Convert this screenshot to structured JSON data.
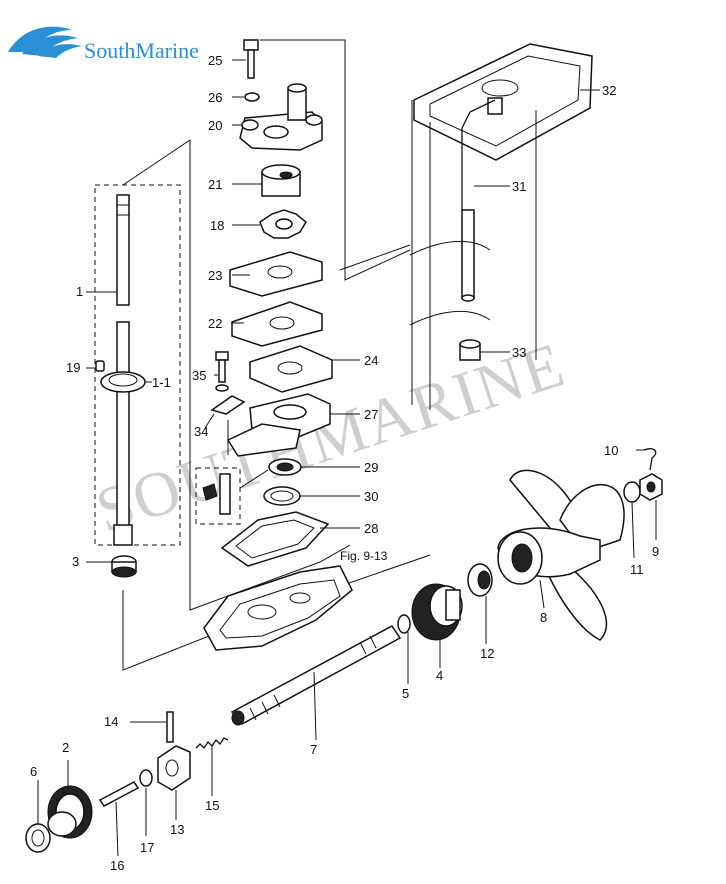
{
  "brand": {
    "logo_text": "SouthMarine",
    "watermark_text": "SOUTHMARINE",
    "logo_color": "#2b8fd6"
  },
  "reference_label": "Fig. 9-13",
  "callouts": [
    "1",
    "1-1",
    "2",
    "3",
    "4",
    "5",
    "6",
    "7",
    "8",
    "9",
    "10",
    "11",
    "12",
    "13",
    "14",
    "15",
    "16",
    "17",
    "18",
    "19",
    "20",
    "21",
    "22",
    "23",
    "24",
    "25",
    "26",
    "27",
    "28",
    "29",
    "30",
    "31",
    "32",
    "33",
    "34",
    "35"
  ]
}
